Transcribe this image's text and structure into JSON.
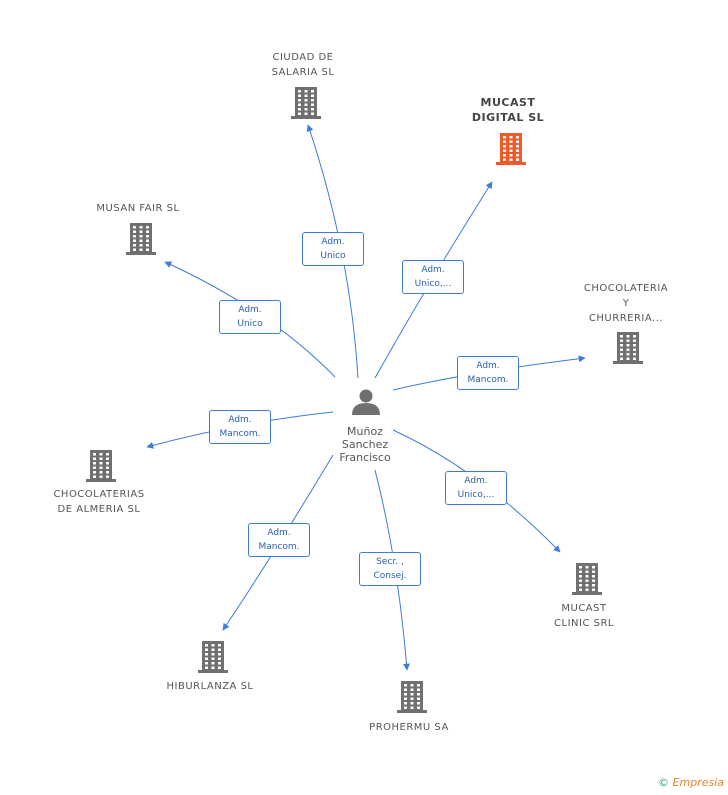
{
  "center": {
    "name": "Muñoz\nSanchez\nFrancisco",
    "icon": "person-icon"
  },
  "colors": {
    "edge": "#3b7dd8",
    "building": "#707070",
    "highlight": "#f05a28"
  },
  "nodes": [
    {
      "id": "ciudad-de-salaria-sl",
      "label": "CIUDAD DE\nSALARIA SL",
      "highlight": false,
      "icon": "building-icon"
    },
    {
      "id": "mucast-digital-sl",
      "label": "MUCAST\nDIGITAL SL",
      "highlight": true,
      "icon": "building-icon"
    },
    {
      "id": "musan-fair-sl",
      "label": "MUSAN FAIR SL",
      "highlight": false,
      "icon": "building-icon"
    },
    {
      "id": "chocolateria-y-churreria",
      "label": "CHOCOLATERIA\nY\nCHURRERIA...",
      "highlight": false,
      "icon": "building-icon"
    },
    {
      "id": "chocolaterias-de-almeria-sl",
      "label": "CHOCOLATERIAS\nDE ALMERIA SL",
      "highlight": false,
      "icon": "building-icon"
    },
    {
      "id": "mucast-clinic-srl",
      "label": "MUCAST\nCLINIC SRL",
      "highlight": false,
      "icon": "building-icon"
    },
    {
      "id": "hiburlanza-sl",
      "label": "HIBURLANZA SL",
      "highlight": false,
      "icon": "building-icon"
    },
    {
      "id": "prohermu-sa",
      "label": "PROHERMU SA",
      "highlight": false,
      "icon": "building-icon"
    }
  ],
  "edges": [
    {
      "to": "ciudad-de-salaria-sl",
      "label": "Adm.\nUnico"
    },
    {
      "to": "mucast-digital-sl",
      "label": "Adm.\nUnico,..."
    },
    {
      "to": "musan-fair-sl",
      "label": "Adm.\nUnico"
    },
    {
      "to": "chocolateria-y-churreria",
      "label": "Adm.\nMancom."
    },
    {
      "to": "chocolaterias-de-almeria-sl",
      "label": "Adm.\nMancom."
    },
    {
      "to": "mucast-clinic-srl",
      "label": "Adm.\nUnico,..."
    },
    {
      "to": "hiburlanza-sl",
      "label": "Adm.\nMancom."
    },
    {
      "to": "prohermu-sa",
      "label": "Secr. ,\nConsej."
    }
  ],
  "footer": {
    "copyright": "©",
    "brand": "Empresia"
  }
}
